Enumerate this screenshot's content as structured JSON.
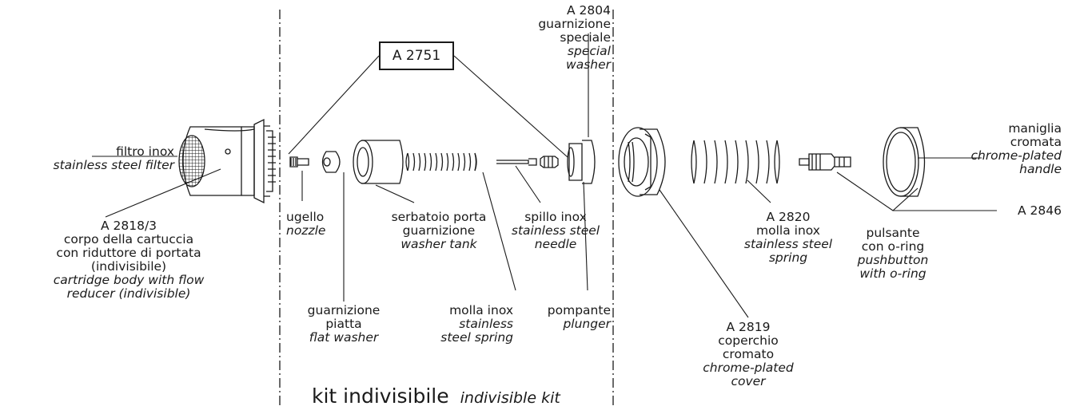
{
  "labels": {
    "filter": {
      "it": "filtro inox",
      "en": "stainless steel filter"
    },
    "cartridge": {
      "code": "A 2818/3",
      "l1": "corpo della cartuccia",
      "l2": "con riduttore di portata",
      "l3": "(indivisibile)",
      "en1": "cartridge body with flow",
      "en2": "reducer (indivisible)"
    },
    "nozzle": {
      "it": "ugello",
      "en": "nozzle"
    },
    "flat_washer": {
      "it1": "guarnizione",
      "it2": "piatta",
      "en": "flat washer"
    },
    "washer_tank": {
      "it1": "serbatoio porta",
      "it2": "guarnizione",
      "en": "washer tank"
    },
    "spring_small": {
      "it": "molla inox",
      "en1": "stainless",
      "en2": "steel spring"
    },
    "needle": {
      "it": "spillo inox",
      "en1": "stainless steel",
      "en2": "needle"
    },
    "plunger": {
      "it": "pompante",
      "en": "plunger"
    },
    "special_washer": {
      "code": "A 2804",
      "it1": "guarnizione",
      "it2": "speciale",
      "en1": "special",
      "en2": "washer"
    },
    "cover": {
      "code": "A 2819",
      "it1": "coperchio",
      "it2": "cromato",
      "en1": "chrome-plated",
      "en2": "cover"
    },
    "spring_big": {
      "code": "A 2820",
      "it": "molla inox",
      "en1": "stainless steel",
      "en2": "spring"
    },
    "pushbutton": {
      "it1": "pulsante",
      "it2": "con o-ring",
      "en1": "pushbutton",
      "en2": "with o-ring"
    },
    "handle": {
      "it1": "maniglia",
      "it2": "cromata",
      "en1": "chrome-plated",
      "en2": "handle"
    },
    "kit_code": "A 2751",
    "group_code": "A 2846"
  },
  "kit": {
    "it": "kit indivisibile",
    "en": "indivisible kit"
  }
}
